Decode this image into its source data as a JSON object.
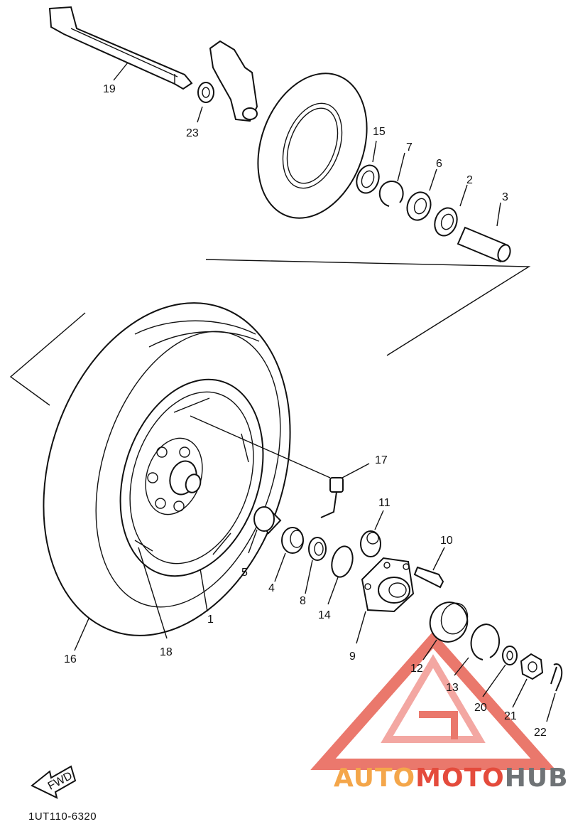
{
  "diagram": {
    "part_numbers": {
      "p1": "1",
      "p2": "2",
      "p3": "3",
      "p4": "4",
      "p5": "5",
      "p6": "6",
      "p7": "7",
      "p8": "8",
      "p9": "9",
      "p10": "10",
      "p11": "11",
      "p12": "12",
      "p13": "13",
      "p14": "14",
      "p15": "15",
      "p16": "16",
      "p17": "17",
      "p18": "18",
      "p19": "19",
      "p20": "20",
      "p21": "21",
      "p22": "22",
      "p23": "23"
    },
    "fwd_label": "FWD",
    "drawing_code": "1UT110-6320"
  },
  "watermark": {
    "part1": "AUTO",
    "part2": "MOTO",
    "part3": "HUB",
    "colors": {
      "orange": "#f4a64a",
      "red": "#e44b3c",
      "gray": "#6f7376"
    }
  }
}
